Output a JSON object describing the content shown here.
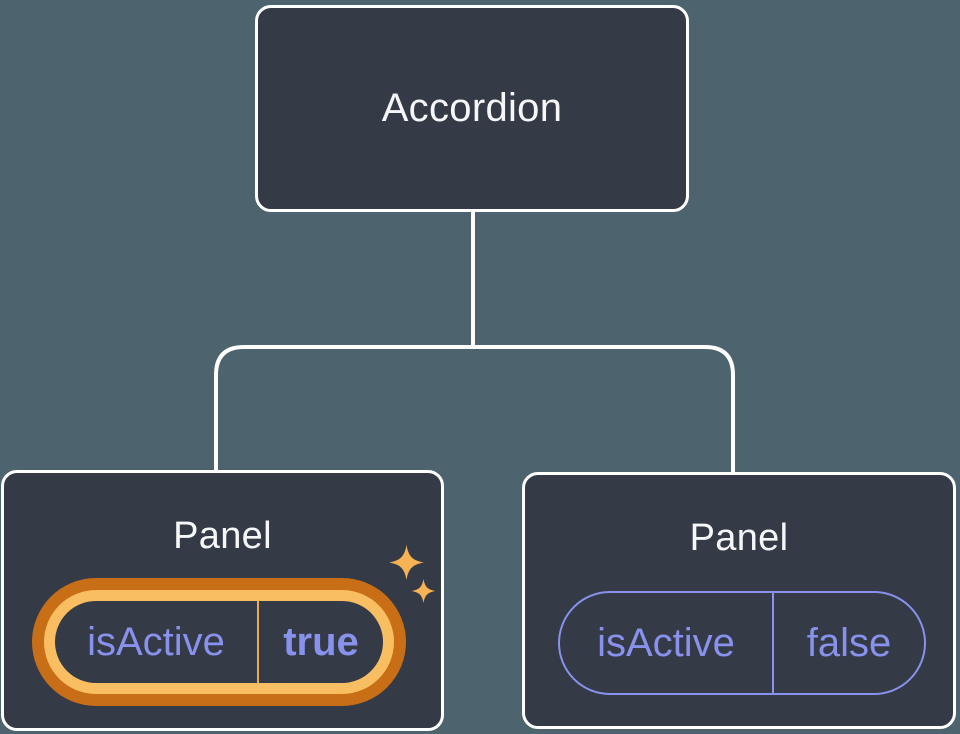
{
  "diagram": {
    "description": "React component tree: Accordion parent with two Panel children holding isActive state",
    "root": {
      "label": "Accordion"
    },
    "panels": [
      {
        "label": "Panel",
        "prop": {
          "key": "isActive",
          "value": "true"
        },
        "active": true,
        "highlight_icon": "sparkles"
      },
      {
        "label": "Panel",
        "prop": {
          "key": "isActive",
          "value": "false"
        },
        "active": false
      }
    ]
  },
  "icons": {
    "sparkle_large": "four-point-star",
    "sparkle_small": "four-point-star"
  },
  "colors": {
    "background": "#4D646E",
    "card": "#343A46",
    "card_border": "#FFFFFF",
    "connector": "#FFFFFF",
    "title_text": "#F6F7F9",
    "prop_text": "#8891EC",
    "pill_border_inactive": "#8891EC",
    "ring_outer": "#C76E16",
    "ring_inner": "#F9BD62",
    "divider_active": "#ECA94F",
    "sparkle": "#F6B253"
  }
}
